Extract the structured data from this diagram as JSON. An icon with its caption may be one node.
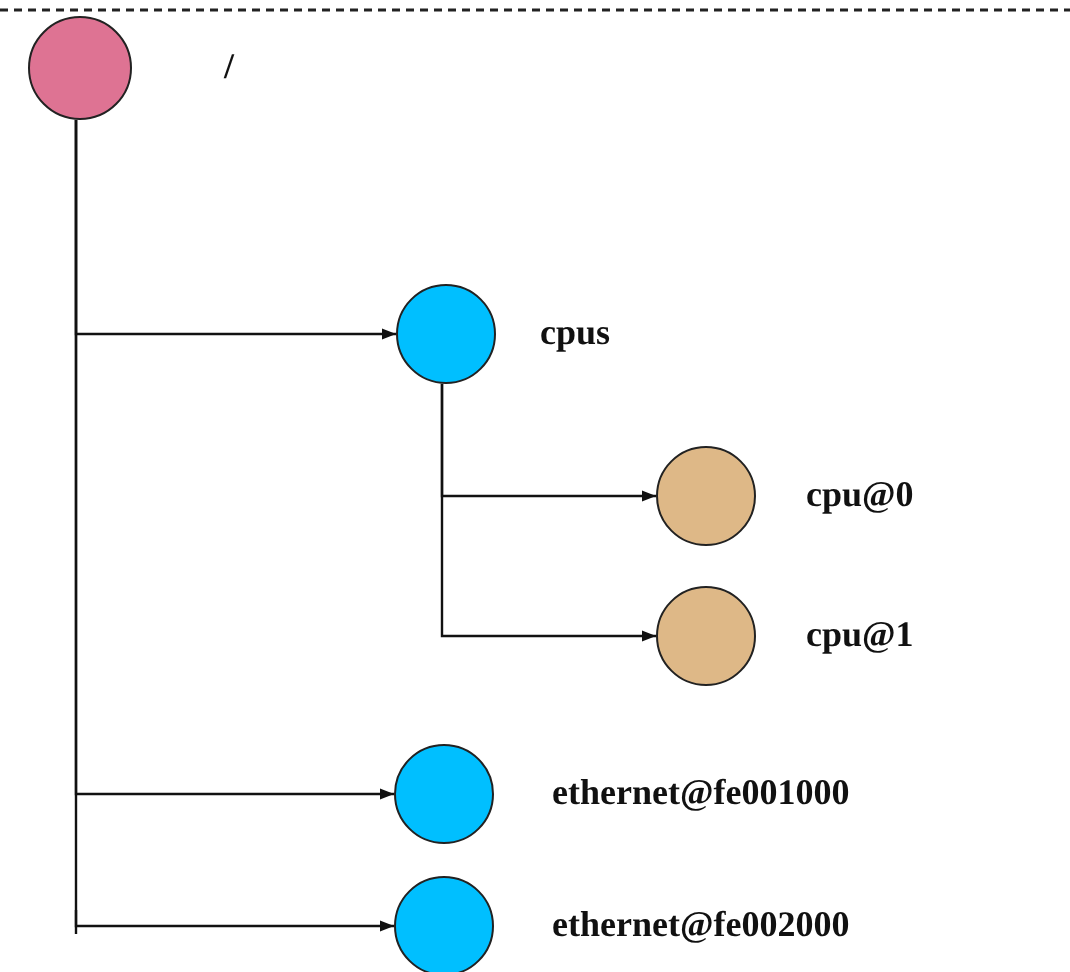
{
  "diagram": {
    "nodes": [
      {
        "text": [],
        "shape": "circle",
        "beside": [
          "/"
        ]
      },
      {
        "text": [],
        "shape": "circle",
        "beside": [
          "cpus"
        ]
      },
      {
        "text": [],
        "shape": "circle",
        "beside": [
          "cpu@0"
        ]
      },
      {
        "text": [],
        "shape": "circle",
        "beside": [
          "cpu@1"
        ]
      },
      {
        "text": [],
        "shape": "circle",
        "beside": [
          "ethernet@fe001000"
        ]
      },
      {
        "text": [],
        "shape": "circle",
        "beside": [
          "ethernet@fe002000"
        ]
      }
    ],
    "edges": [
      {
        "from": 0,
        "to": 1,
        "arrow": "to"
      },
      {
        "from": 1,
        "to": 2,
        "arrow": "to"
      },
      {
        "from": 1,
        "to": 3,
        "arrow": "to"
      },
      {
        "from": 0,
        "to": 4,
        "arrow": "to"
      },
      {
        "from": 0,
        "to": 5,
        "arrow": "to"
      }
    ]
  }
}
